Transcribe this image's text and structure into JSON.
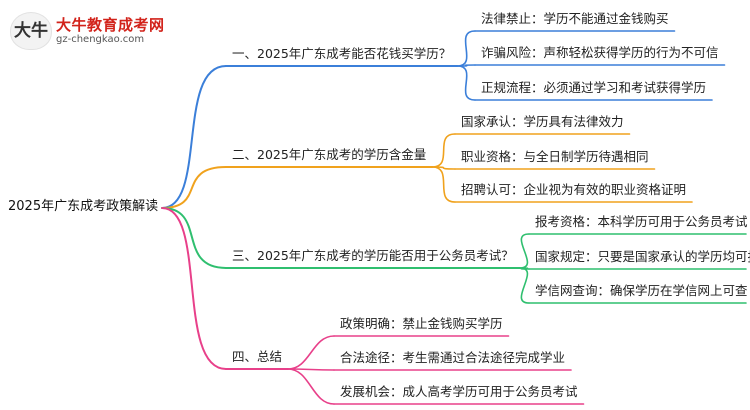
{
  "logo": {
    "mark": "大牛",
    "name": "大牛教育成考网",
    "url": "gz-chengkao.com"
  },
  "root": "2025年广东成考政策解读",
  "colors": {
    "branch1": "#3b7fd9",
    "branch2": "#f0a21d",
    "branch3": "#2fbf6f",
    "branch4": "#e8408a"
  },
  "branches": [
    {
      "label": "一、2025年广东成考能否花钱买学历？",
      "color_key": "branch1",
      "children": [
        "法律禁止：学历不能通过金钱购买",
        "诈骗风险：声称轻松获得学历的行为不可信",
        "正规流程：必须通过学习和考试获得学历"
      ]
    },
    {
      "label": "二、2025年广东成考的学历含金量",
      "color_key": "branch2",
      "children": [
        "国家承认：学历具有法律效力",
        "职业资格：与全日制学历待遇相同",
        "招聘认可：企业视为有效的职业资格证明"
      ]
    },
    {
      "label": "三、2025年广东成考的学历能否用于公务员考试？",
      "color_key": "branch3",
      "children": [
        "报考资格：本科学历可用于公务员考试",
        "国家规定：只要是国家承认的学历均可报考",
        "学信网查询：确保学历在学信网上可查"
      ]
    },
    {
      "label": "四、总结",
      "color_key": "branch4",
      "children": [
        "政策明确：禁止金钱购买学历",
        "合法途径：考生需通过合法途径完成学业",
        "发展机会：成人高考学历可用于公务员考试"
      ]
    }
  ]
}
